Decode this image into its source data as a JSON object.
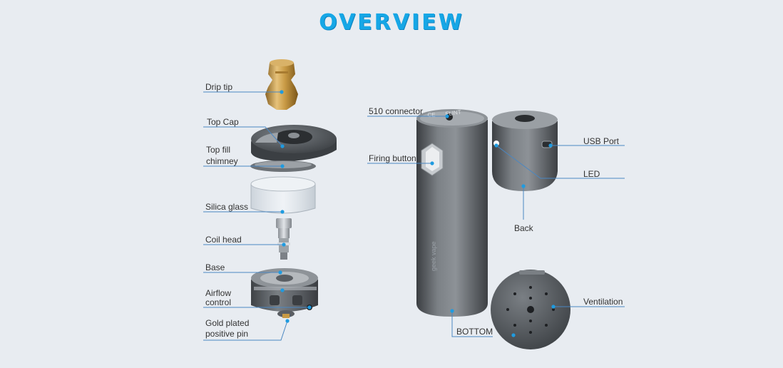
{
  "title": "OVERVIEW",
  "colors": {
    "accent": "#16a7e6",
    "leader_line": "#4a87c2",
    "dot": "#1f9be0",
    "background": "#e8ecf1",
    "metal_dark": "#4b4f54",
    "metal_mid": "#6c7176",
    "brass": "#c89a45"
  },
  "labels": {
    "drip_tip": "Drip tip",
    "top_cap": "Top Cap",
    "top_fill_1": "Top fill",
    "top_fill_2": "chimney",
    "silica_glass": "Silica glass",
    "coil_head": "Coil head",
    "base": "Base",
    "airflow_1": "Airflow",
    "airflow_2": "control",
    "gold_pin_1": "Gold plated",
    "gold_pin_2": "positive pin",
    "connector_510": "510 connector",
    "firing_button": "Firing button",
    "usb_port": "USB Port",
    "led": "LED",
    "back": "Back",
    "ventilation": "Ventilation",
    "bottom": "BOTTOM"
  },
  "device_text": {
    "brand": "FLINT",
    "side_text": "geek vape",
    "cap_mark": "CE"
  },
  "icons": [
    "firing-button-diamond-icon",
    "led-dot-icon",
    "usb-port-icon"
  ]
}
